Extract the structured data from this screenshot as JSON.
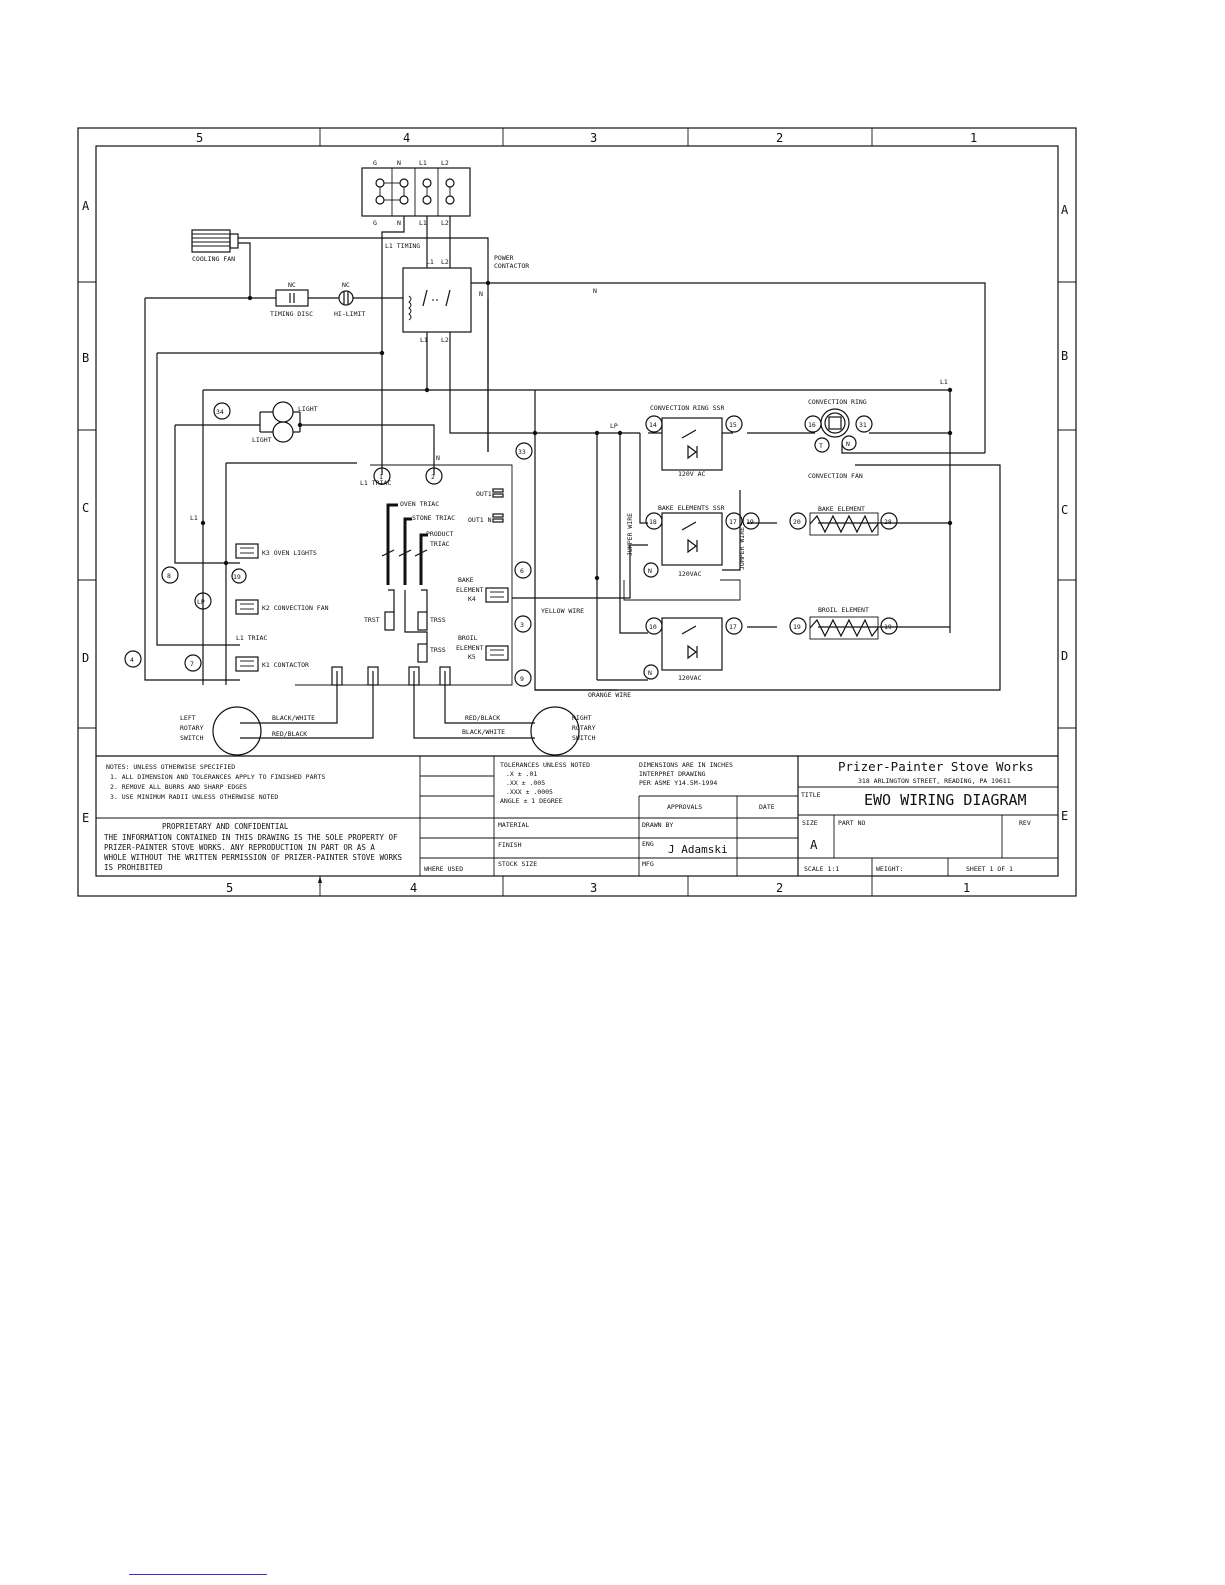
{
  "zones": {
    "columns": [
      "5",
      "4",
      "3",
      "2",
      "1"
    ],
    "rows": [
      "A",
      "B",
      "C",
      "D",
      "E"
    ]
  },
  "power_block": {
    "top": [
      "G",
      "N",
      "L1",
      "L2"
    ],
    "bottom": [
      "G",
      "N",
      "L1",
      "L2"
    ]
  },
  "labels": {
    "cooling_fan": "COOLING FAN",
    "timing_disc_nc": "NC",
    "timing_disc": "TIMING DISC",
    "hi_limit_nc": "NC",
    "hi_limit": "HI-LIMIT",
    "l1_timing": "L1 TIMING",
    "power_contactor": "POWER CONTACTOR",
    "l1": "L1",
    "l2": "L2",
    "n": "N",
    "light": "LIGHT",
    "l1_triac": "L1 TRIAC",
    "oven_triac": "OVEN TRIAC",
    "stone_triac": "STONE TRIAC",
    "product_triac": "PRODUCT TRIAC",
    "out1": "OUT1",
    "out1_n": "OUT1 N",
    "bake_element_k4": "BAKE ELEMENT K4",
    "broil_element_k5": "BROIL ELEMENT K5",
    "tc1": "TRST",
    "tc2": "TRSS",
    "tc3": "TRSS",
    "k3_oven_lights": "K3 OVEN LIGHTS",
    "k2_convection_fan": "K2 CONVECTION FAN",
    "k1_contactor": "K1 CONTACTOR",
    "convection_ring_ssr": "CONVECTION RING SSR",
    "convection_ring": "CONVECTION RING",
    "convection_fan": "CONVECTION FAN",
    "bake_elements_ssr": "BAKE ELEMENTS SSR",
    "bake_element": "BAKE ELEMENT",
    "broil_element": "BROIL ELEMENT",
    "ssr1_rating": "120V AC",
    "ssr2_rating": "120VAC",
    "ssr3_rating": "120VAC",
    "jumper_wire": "JUMPER WIRE",
    "yellow_wire": "YELLOW WIRE",
    "orange_wire": "ORANGE WIRE",
    "left_rotary_switch": "LEFT ROTARY SWITCH",
    "right_rotary_switch": "RIGHT ROTARY SWITCH",
    "black_white": "BLACK/WHITE",
    "red_black": "RED/BLACK"
  },
  "terminals": [
    "34",
    "14",
    "15",
    "16",
    "31",
    "33",
    "4",
    "8",
    "7",
    "LP",
    "18",
    "17",
    "19",
    "20",
    "19",
    "28",
    "10",
    "17",
    "19",
    "3",
    "9",
    "1",
    "2",
    "6",
    "N",
    "N",
    "N",
    "T"
  ],
  "title_block": {
    "notes_heading": "NOTES: UNLESS OTHERWISE SPECIFIED",
    "notes": [
      "1. ALL DIMENSION AND TOLERANCES APPLY TO FINISHED PARTS",
      "2. REMOVE ALL BURRS AND SHARP EDGES",
      "3. USE MINIMUM RADII UNLESS OTHERWISE NOTED"
    ],
    "proprietary_heading": "PROPRIETARY AND CONFIDENTIAL",
    "proprietary_text": [
      "THE INFORMATION CONTAINED IN THIS DRAWING IS THE SOLE PROPERTY OF",
      "PRIZER-PAINTER STOVE WORKS.  ANY REPRODUCTION IN PART OR AS A",
      "WHOLE WITHOUT THE WRITTEN PERMISSION OF PRIZER-PAINTER STOVE WORKS",
      "IS PROHIBITED"
    ],
    "where_used": "WHERE USED",
    "tolerances": [
      "TOLERANCES UNLESS NOTED",
      ".X   ± .01",
      ".XX   ± .005",
      ".XXX   ± .0005",
      "ANGLE   ± 1 DEGREE"
    ],
    "dimensions": [
      "DIMENSIONS ARE IN INCHES",
      "INTERPRET DRAWING",
      "PER ASME Y14.5M-1994"
    ],
    "approvals": "APPROVALS",
    "date": "DATE",
    "material": "MATERIAL",
    "finish": "FINISH",
    "stock_size": "STOCK SIZE",
    "drawn_by": "DRAWN BY",
    "eng": "ENG",
    "mfg": "MFG",
    "engineer": "J Adamski",
    "company": "Prizer-Painter Stove Works",
    "address": "318 ARLINGTON STREET, READING, PA 19611",
    "title_label": "TITLE",
    "title": "EWO WIRING DIAGRAM",
    "size_label": "SIZE",
    "size": "A",
    "part_no": "PART NO",
    "rev": "REV",
    "scale": "SCALE  1:1",
    "weight": "WEIGHT:",
    "sheet": "SHEET 1 OF 1"
  }
}
